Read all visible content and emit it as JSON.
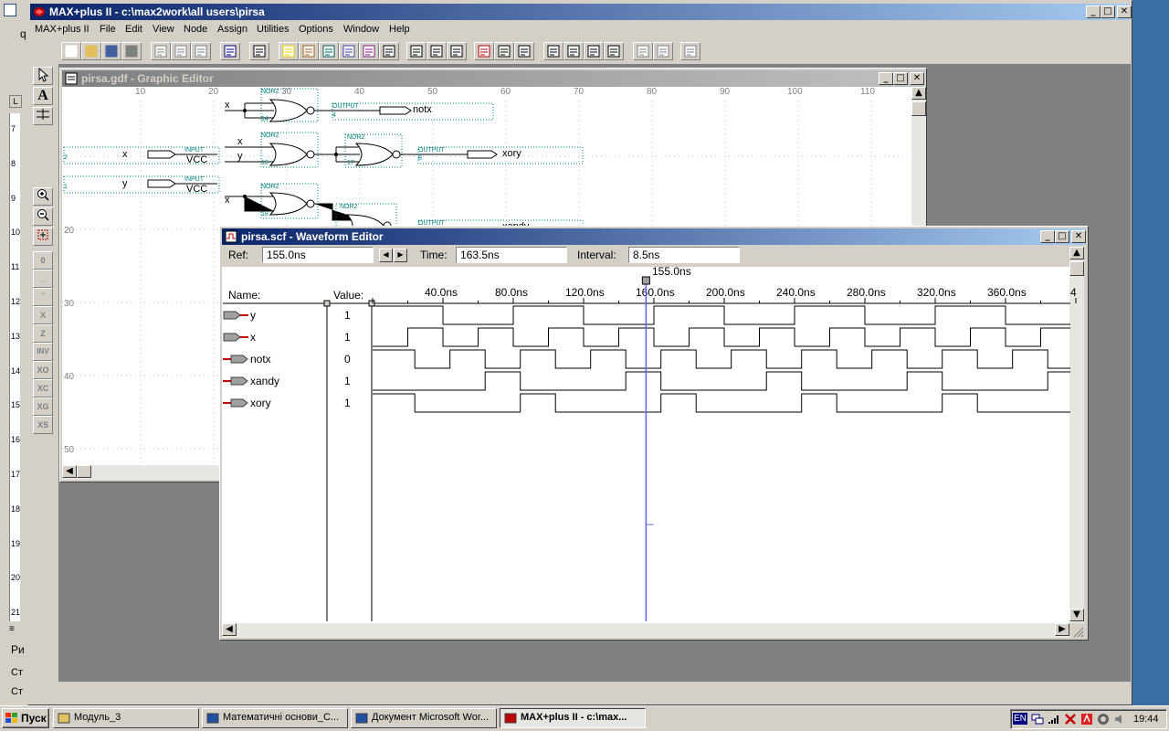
{
  "app": {
    "title": "MAX+plus II - c:\\max2work\\all users\\pirsa",
    "menu": [
      "MAX+plus II",
      "File",
      "Edit",
      "View",
      "Node",
      "Assign",
      "Utilities",
      "Options",
      "Window",
      "Help"
    ]
  },
  "graphic_editor": {
    "title": "pirsa.gdf - Graphic Editor",
    "ruler_top": [
      "10",
      "20",
      "30",
      "40",
      "50",
      "60",
      "70",
      "80",
      "90",
      "100",
      "110"
    ],
    "ruler_left": [
      "20",
      "30",
      "40",
      "50"
    ],
    "gates": [
      "NOR2",
      "NOR2",
      "NOR2",
      "NOR2",
      "NOR2"
    ],
    "gate_numbers": [
      "14",
      "16",
      "17",
      "18"
    ],
    "output_pin": "OUTPUT",
    "input_pin": "INPUT",
    "vcc": "VCC",
    "pin_numbers": [
      "4",
      "8",
      "2",
      "1"
    ],
    "signal_notx": "notx",
    "signal_xory": "xory",
    "signal_xandy": "xandy",
    "signal_x": "x",
    "signal_y": "y"
  },
  "waveform_editor": {
    "title": "pirsa.scf - Waveform Editor",
    "ref_label": "Ref:",
    "ref_value": "155.0ns",
    "time_label": "Time:",
    "time_value": "163.5ns",
    "interval_label": "Interval:",
    "interval_value": "8.5ns",
    "cursor_label": "155.0ns",
    "name_header": "Name:",
    "value_header": "Value:",
    "time_ticks": [
      "40.0ns",
      "80.0ns",
      "120.0ns",
      "160.0ns",
      "200.0ns",
      "240.0ns",
      "280.0ns",
      "320.0ns",
      "360.0ns",
      "4"
    ],
    "signals": [
      {
        "name": "y",
        "value": "1",
        "kind": "input"
      },
      {
        "name": "x",
        "value": "1",
        "kind": "input"
      },
      {
        "name": "notx",
        "value": "0",
        "kind": "output"
      },
      {
        "name": "xandy",
        "value": "1",
        "kind": "output"
      },
      {
        "name": "xory",
        "value": "1",
        "kind": "output"
      }
    ]
  },
  "word_side": {
    "ruler_numbers": [
      "7",
      "8",
      "9",
      "10",
      "11",
      "12",
      "13",
      "14",
      "15",
      "16",
      "17",
      "18",
      "19",
      "20",
      "21"
    ],
    "status_a": "Ри",
    "status_b": "Ст",
    "status_c": "Ст",
    "frag": "q"
  },
  "taskbar": {
    "start": "Пуск",
    "buttons": [
      {
        "label": "Модуль_3",
        "active": false
      },
      {
        "label": "Математичні основи_С...",
        "active": false
      },
      {
        "label": "Документ Microsoft Wor...",
        "active": false
      },
      {
        "label": "MAX+plus II - c:\\max...",
        "active": true
      }
    ],
    "lang": "EN",
    "clock": "19:44"
  },
  "colors": {
    "title_active": "#0a246a",
    "cursor": "#6060ff",
    "teal": "#008080",
    "desktop": "#3a6ea5"
  }
}
